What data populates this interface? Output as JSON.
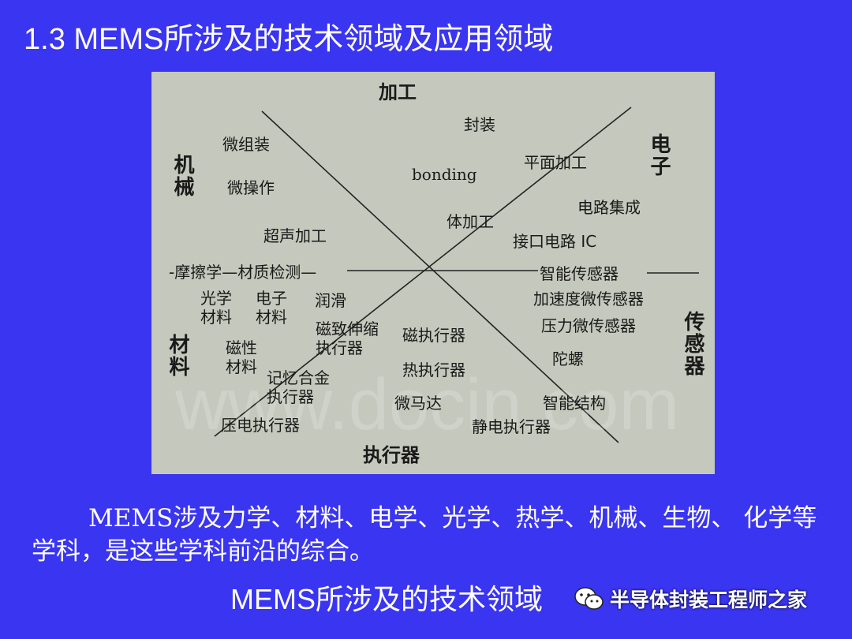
{
  "slide": {
    "title": "1.3 MEMS所涉及的技术领域及应用领域",
    "paragraph": "MEMS涉及力学、材料、电学、光学、热学、机械、生物、 化学等学科，是这些学科前沿的综合。",
    "caption": "MEMS所涉及的技术领域",
    "brand": "半导体封装工程师之家",
    "brand_icon": "wechat-icon"
  },
  "diagram": {
    "axes": {
      "top": "加工",
      "bottom": "执行器",
      "left_top": "机械",
      "left_bottom": "材料",
      "right_top": "电子",
      "right_bottom": "传感器"
    },
    "items": {
      "fengzhuang": "封装",
      "weizuzhuang": "微组装",
      "bonding": "bonding",
      "pingmian": "平面加工",
      "weicaozuo": "微操作",
      "dianlu": "电路集成",
      "tijiagong": "体加工",
      "chaosheng": "超声加工",
      "jiekou": "接口电路 IC",
      "mocaxue": "-摩擦学—材质检测—",
      "zhineng": "智能传感器",
      "guangxue": "光学\n材料",
      "dianzi_cailiao": "电子\n材料",
      "runhua": "润滑",
      "jiasudu": "加速度微传感器",
      "cizhi": "磁致伸缩\n执行器",
      "yali": "压力微传感器",
      "cizhixing": "磁执行器",
      "cixing": "磁性\n材料",
      "tuoluo": "陀螺",
      "jiyi": "记忆合金\n执行器",
      "rezhixing": "热执行器",
      "weimada": "微马达",
      "zhinengjiegou": "智能结构",
      "yadian": "压电执行器",
      "jingdian": "静电执行器"
    },
    "watermark": "www.docin.com"
  }
}
